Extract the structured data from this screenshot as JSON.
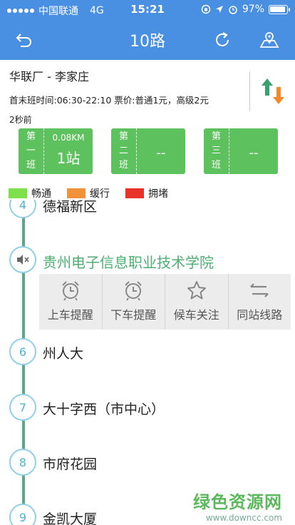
{
  "status": {
    "carrier": "中国联通",
    "network": "4G",
    "time": "15:21",
    "battery": "97%"
  },
  "nav": {
    "title": "10路"
  },
  "route": {
    "name": "华联厂 - 李家庄",
    "times": "首末班时间:06:30-22:10 票价:普通1元，高级2元",
    "updated": "2秒前"
  },
  "cards": [
    {
      "label": [
        "第",
        "一",
        "班"
      ],
      "distance": "0.08KM",
      "stops": "1站"
    },
    {
      "label": [
        "第",
        "二",
        "班"
      ],
      "none": "--"
    },
    {
      "label": [
        "第",
        "三",
        "班"
      ],
      "none": "--"
    }
  ],
  "legend": [
    {
      "label": "畅通",
      "color": "#7ee04a"
    },
    {
      "label": "缓行",
      "color": "#f0923a"
    },
    {
      "label": "拥堵",
      "color": "#e8332b"
    }
  ],
  "stations": {
    "s4": {
      "num": "4",
      "name": "德福新区"
    },
    "s5": {
      "name": "贵州电子信息职业技术学院"
    },
    "s6": {
      "num": "6",
      "name": "州人大"
    },
    "s7": {
      "num": "7",
      "name": "大十字西（市中心）"
    },
    "s8": {
      "num": "8",
      "name": "市府花园"
    },
    "s9": {
      "num": "9",
      "name": "金凯大厦"
    }
  },
  "actions": {
    "board": "上车提醒",
    "alight": "下车提醒",
    "follow": "候车关注",
    "same": "同站线路"
  },
  "watermark": {
    "big": "绿色资源网",
    "small": "www.downcc.com"
  },
  "colors": {
    "header": "#4a90e2",
    "card": "#5dc25d",
    "track": "#5aa889",
    "active": "#4caf72"
  }
}
